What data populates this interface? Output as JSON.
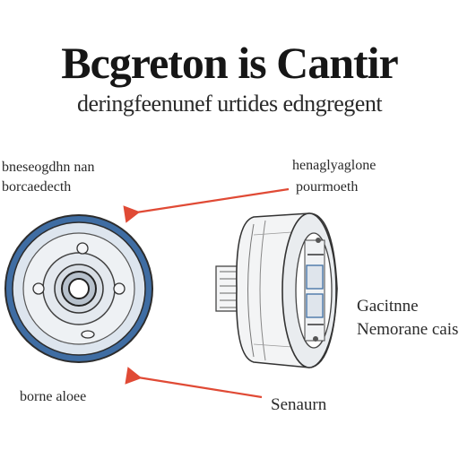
{
  "title": "Bcgreton is Cantir",
  "subtitle": "deringfeenunef urtides edngregent",
  "labels": {
    "top_left_line1": "bneseogdhn nan",
    "top_left_line2": "borcaedecth",
    "top_right_line1": "henaglyaglone",
    "top_right_line2": "pourmoeth",
    "mid_right_line1": "Gacitnne",
    "mid_right_line2": "Nemorane cais",
    "bottom_left": "borne aloee",
    "bottom_right": "Senaurn"
  },
  "colors": {
    "arrow": "#e04a35",
    "ring_blue": "#3f6da3",
    "outline": "#3a3a3a",
    "fill_light": "#eef1f4"
  }
}
